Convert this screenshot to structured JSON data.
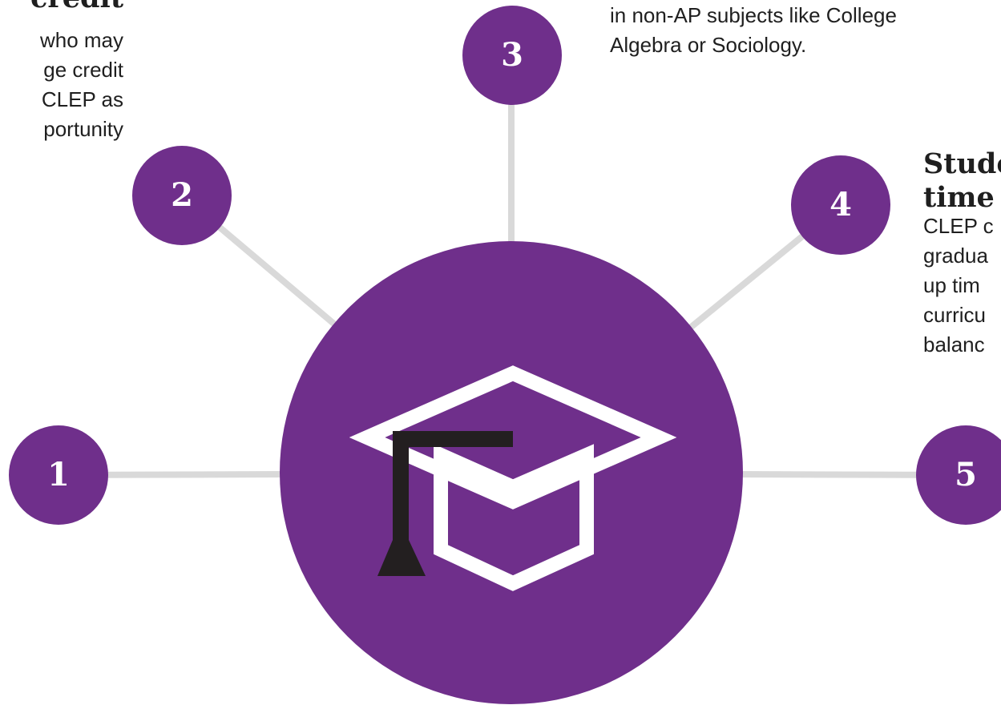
{
  "diagram": {
    "nodes": [
      {
        "id": 1,
        "label": "1"
      },
      {
        "id": 2,
        "label": "2"
      },
      {
        "id": 3,
        "label": "3"
      },
      {
        "id": 4,
        "label": "4"
      },
      {
        "id": 5,
        "label": "5"
      }
    ],
    "center_icon": "graduation-cap-icon",
    "colors": {
      "purple": "#6f2f8b",
      "connector": "#d9d9d9",
      "text": "#1f1f1f",
      "cap_outline": "#ffffff",
      "tassel": "#231f20"
    }
  },
  "blocks": {
    "b2": {
      "title_fragment": "credit",
      "lines": [
        "who may",
        "ge credit",
        "CLEP as",
        "portunity"
      ]
    },
    "b3": {
      "lines": [
        "in non-AP subjects like College",
        "Algebra or Sociology."
      ]
    },
    "b4": {
      "title_lines": [
        "Stude",
        "time"
      ],
      "lines": [
        "CLEP c",
        "gradua",
        "up tim",
        "curricu",
        "balanc"
      ]
    }
  }
}
